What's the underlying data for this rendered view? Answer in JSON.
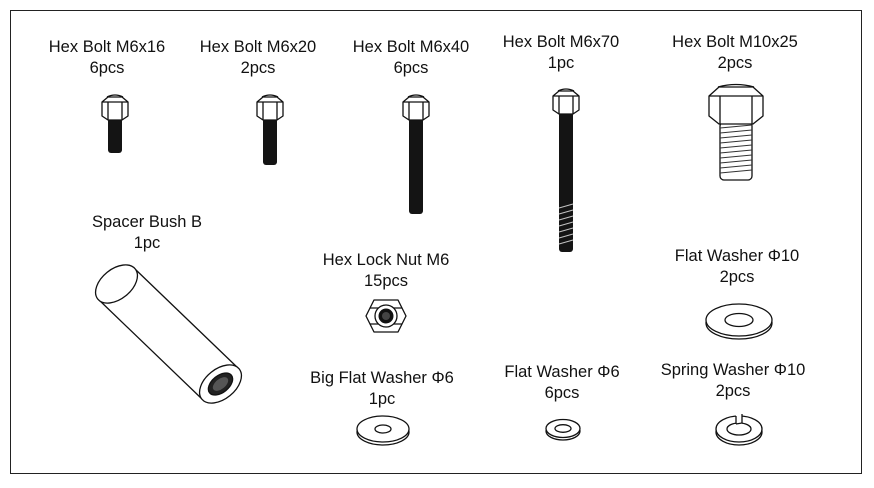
{
  "parts": [
    {
      "id": "m6x16",
      "name": "Hex Bolt M6x16",
      "qty": "6pcs"
    },
    {
      "id": "m6x20",
      "name": "Hex Bolt M6x20",
      "qty": "2pcs"
    },
    {
      "id": "m6x40",
      "name": "Hex Bolt M6x40",
      "qty": "6pcs"
    },
    {
      "id": "m6x70",
      "name": "Hex Bolt M6x70",
      "qty": "1pc"
    },
    {
      "id": "m10x25",
      "name": "Hex Bolt M10x25",
      "qty": "2pcs"
    },
    {
      "id": "spacer",
      "name": "Spacer Bush B",
      "qty": "1pc"
    },
    {
      "id": "locknut",
      "name": "Hex Lock Nut M6",
      "qty": "15pcs"
    },
    {
      "id": "washer10",
      "name": "Flat Washer Φ10",
      "qty": "2pcs"
    },
    {
      "id": "bigwasher6",
      "name": "Big Flat Washer Φ6",
      "qty": "1pc"
    },
    {
      "id": "washer6",
      "name": "Flat Washer Φ6",
      "qty": "6pcs"
    },
    {
      "id": "spring10",
      "name": "Spring Washer Φ10",
      "qty": "2pcs"
    }
  ]
}
